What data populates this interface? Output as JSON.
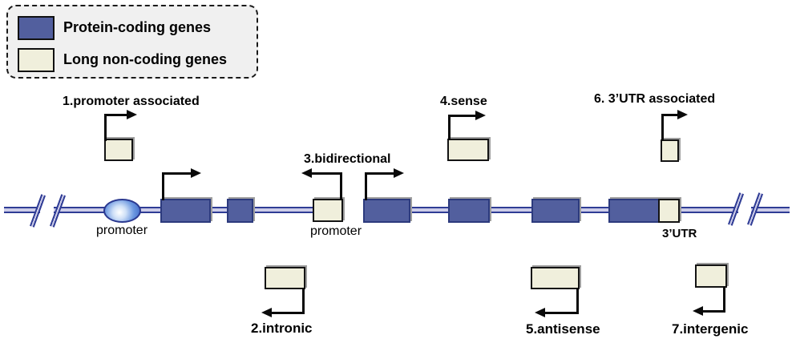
{
  "legend": {
    "items": [
      {
        "name": "protein-coding",
        "label": "Protein-coding genes",
        "color": "#525F9E"
      },
      {
        "name": "long-non-coding",
        "label": "Long non-coding genes",
        "color": "#F0EFDC"
      }
    ]
  },
  "annotations": {
    "promoter_associated": "1.promoter associated",
    "intronic": "2.intronic",
    "bidirectional": "3.bidirectional",
    "sense": "4.sense",
    "antisense": "5.antisense",
    "utr3_associated": "6. 3’UTR associated",
    "intergenic": "7.intergenic"
  },
  "line_labels": {
    "promoter_left": "promoter",
    "promoter_bidirectional": "promoter",
    "utr3": "3’UTR"
  },
  "colors": {
    "protein_coding_fill": "#525F9E",
    "long_noncoding_fill": "#F0EFDC",
    "dna_line": "#2F3C95",
    "legend_background": "#F0F0F0"
  }
}
